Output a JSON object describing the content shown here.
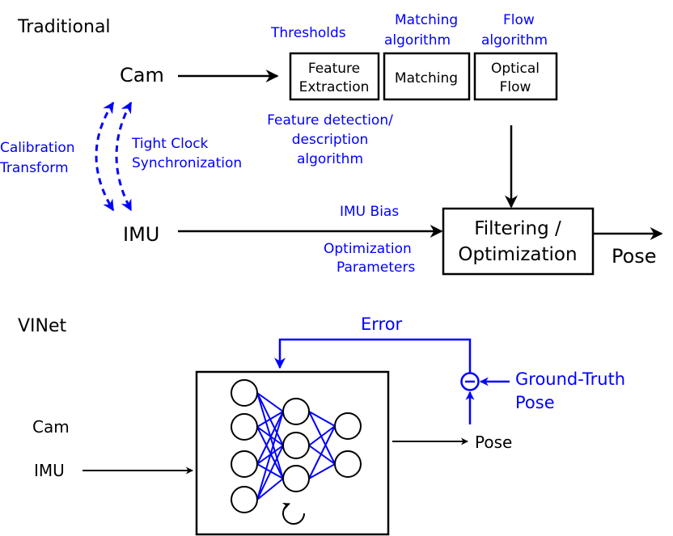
{
  "traditional": {
    "section_title": "Traditional",
    "cam_label": "Cam",
    "imu_label": "IMU",
    "pose_label": "Pose",
    "blocks": {
      "feature_extraction": [
        "Feature",
        "Extraction"
      ],
      "matching": "Matching",
      "optical_flow": [
        "Optical",
        "Flow"
      ],
      "filtering": [
        "Filtering /",
        "Optimization"
      ]
    },
    "parameters": {
      "thresholds": "Thresholds",
      "matching_algorithm": [
        "Matching",
        "algorithm"
      ],
      "flow_algorithm": [
        "Flow",
        "algorithm"
      ],
      "feature_detection": [
        "Feature detection/",
        "description",
        "algorithm"
      ],
      "calibration": [
        "Calibration",
        "Transform"
      ],
      "clock_sync": [
        "Tight Clock",
        "Synchronization"
      ],
      "imu_bias": "IMU Bias",
      "optimization_parameters": [
        "Optimization",
        "Parameters"
      ]
    }
  },
  "vinet": {
    "section_title": "VINet",
    "cam_label": "Cam",
    "imu_label": "IMU",
    "pose_label": "Pose",
    "error_label": "Error",
    "ground_truth": [
      "Ground-Truth",
      "Pose"
    ]
  },
  "colors": {
    "ink": "#000000",
    "annotation": "#0000ff"
  }
}
